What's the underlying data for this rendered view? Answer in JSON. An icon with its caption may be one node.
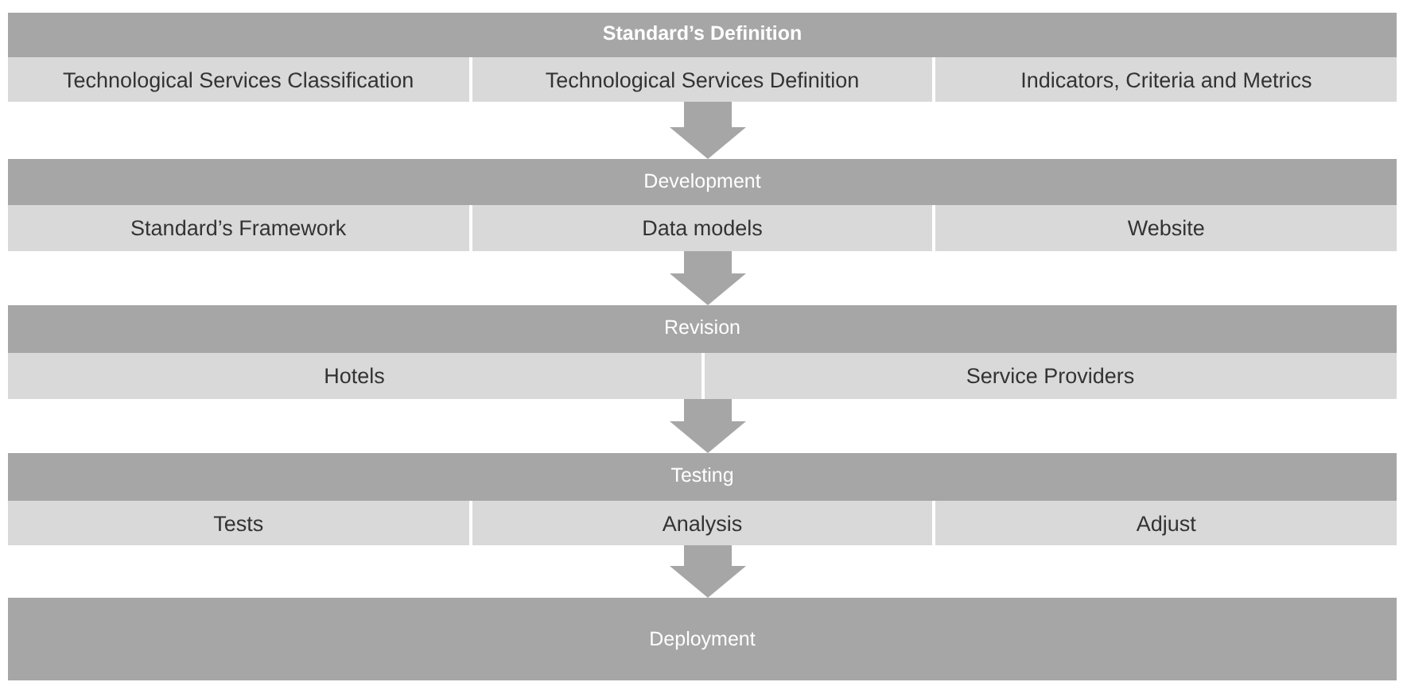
{
  "diagram": {
    "nodes": [
      {
        "text": [
          "Standard’s Definition"
        ]
      },
      {
        "text": [
          "Technological Services Classification"
        ],
        "in": 0
      },
      {
        "text": [
          "Technological Services Definition"
        ],
        "in": 0
      },
      {
        "text": [
          "Indicators, Criteria and Metrics"
        ],
        "in": 0
      },
      {
        "text": [
          "Development"
        ]
      },
      {
        "text": [
          "Standard’s Framework"
        ],
        "in": 4
      },
      {
        "text": [
          "Data models"
        ],
        "in": 4
      },
      {
        "text": [
          "Website"
        ],
        "in": 4
      },
      {
        "text": [
          "Revision"
        ]
      },
      {
        "text": [
          "Hotels"
        ],
        "in": 8
      },
      {
        "text": [
          "Service Providers"
        ],
        "in": 8
      },
      {
        "text": [
          "Testing"
        ]
      },
      {
        "text": [
          "Tests"
        ],
        "in": 11
      },
      {
        "text": [
          "Analysis"
        ],
        "in": 11
      },
      {
        "text": [
          "Adjust"
        ],
        "in": 11
      },
      {
        "text": [
          "Deployment"
        ]
      }
    ],
    "edges": [
      {
        "from": 0,
        "to": 4,
        "arrow": "to"
      },
      {
        "from": 4,
        "to": 8,
        "arrow": "to"
      },
      {
        "from": 8,
        "to": 11,
        "arrow": "to"
      },
      {
        "from": 11,
        "to": 15,
        "arrow": "to"
      }
    ]
  }
}
